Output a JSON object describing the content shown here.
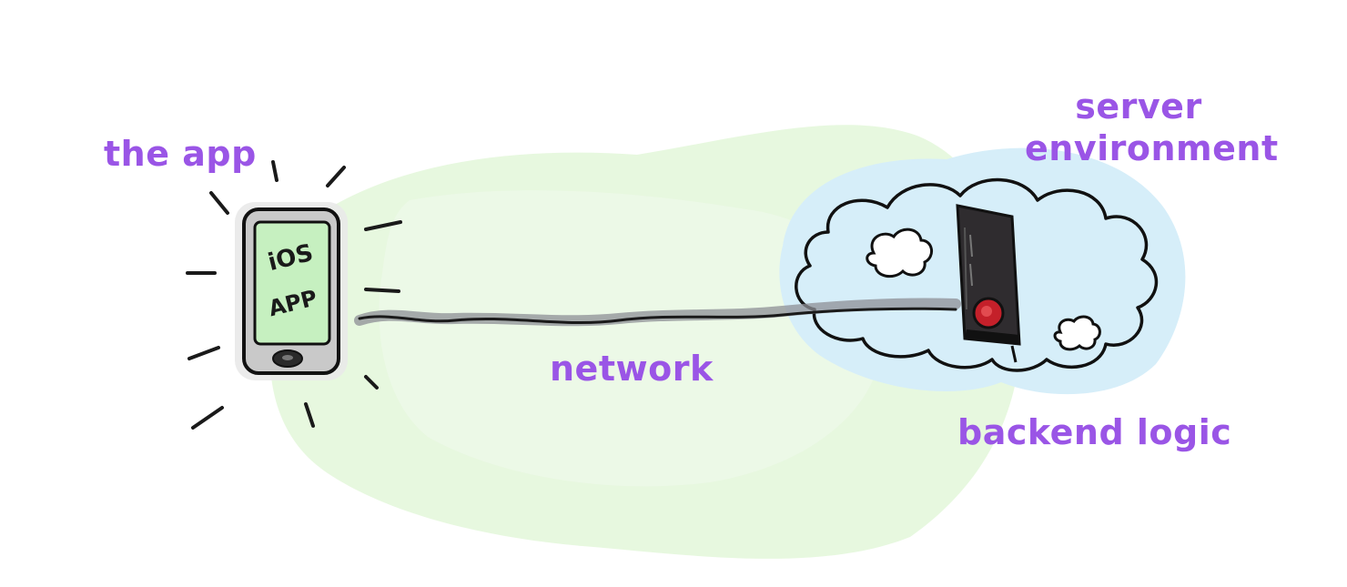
{
  "labels": {
    "the_app": "the app",
    "server_line1": "server",
    "server_line2": "environment",
    "network": "network",
    "backend_logic": "backend logic"
  },
  "phone": {
    "screen_text_line1": "iOS",
    "screen_text_line2": "APP"
  },
  "colors": {
    "label": "#9a55e6",
    "network_wash": "#e4f7dc",
    "cloud_fill": "#d6eef9",
    "server_body": "#2f2c2f",
    "server_button": "#c4202a",
    "phone_screen": "#c6f0c0",
    "phone_body": "#c9c9c9"
  }
}
